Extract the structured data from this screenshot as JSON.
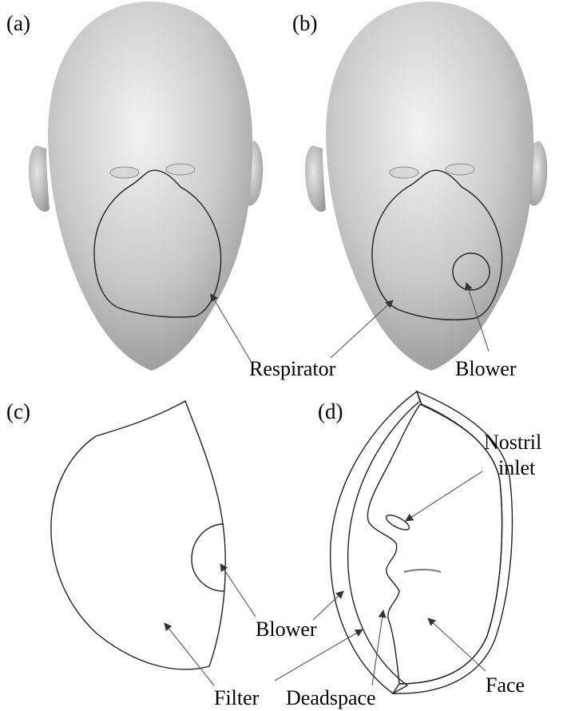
{
  "figure": {
    "panels": {
      "a": {
        "label": "(a)"
      },
      "b": {
        "label": "(b)"
      },
      "c": {
        "label": "(c)"
      },
      "d": {
        "label": "(d)"
      }
    },
    "callouts": {
      "respirator": "Respirator",
      "blower_b": "Blower",
      "blower_c": "Blower",
      "filter": "Filter",
      "nostril_line1": "Nostril",
      "nostril_line2": "inlet",
      "deadspace": "Deadspace",
      "face": "Face"
    },
    "colors": {
      "surface_dark": "#8a8a8a",
      "surface_mid": "#b5b5b5",
      "surface_light": "#eeeeee",
      "outline": "#222222",
      "arrow": "#555555"
    }
  }
}
